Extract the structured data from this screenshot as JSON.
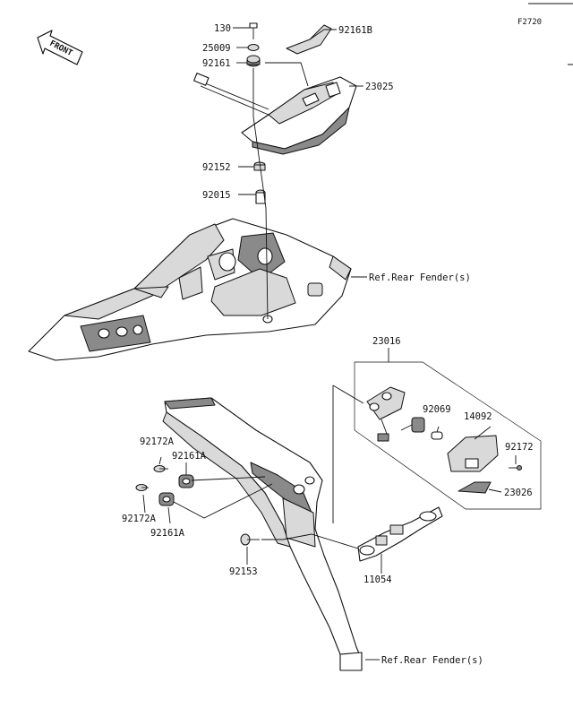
{
  "figure_code": "F2720",
  "front_label": "FRONT",
  "parts": {
    "p130": "130",
    "p25009": "25009",
    "p92161": "92161",
    "p92161B": "92161B",
    "p23025": "23025",
    "p92152": "92152",
    "p92015": "92015",
    "p23016": "23016",
    "p92069": "92069",
    "p14092": "14092",
    "p92172": "92172",
    "p23026": "23026",
    "p92172A_top": "92172A",
    "p92161A_top": "92161A",
    "p92172A_bot": "92172A",
    "p92161A_bot": "92161A",
    "p92153": "92153",
    "p11054": "11054"
  },
  "refs": {
    "rear_fender_top": "Ref.Rear Fender(s)",
    "rear_fender_bottom": "Ref.Rear Fender(s)"
  }
}
